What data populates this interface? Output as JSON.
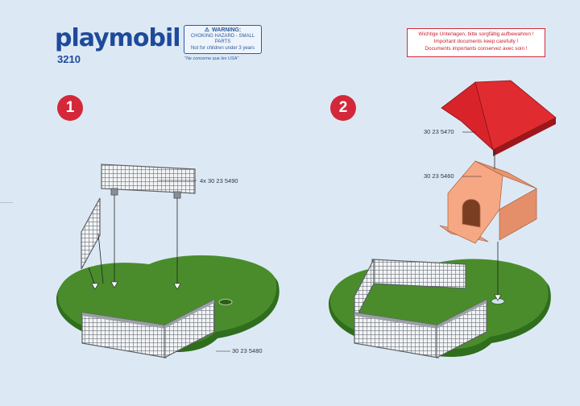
{
  "header": {
    "brand": "playmobil",
    "set_number": "3210"
  },
  "warning": {
    "title": "WARNING:",
    "line1": "CHOKING HAZARD - SMALL PARTS",
    "line2": "Not for children under 3 years",
    "usa_note": "\"Ne concerne que les USA\""
  },
  "documents_note": {
    "line1": "Wichtige Unterlagen, bitte sorgfältig aufbewahren !",
    "line2": "Important documents keep carefully !",
    "line3": "Documents importants conservez avec soin !"
  },
  "steps": [
    {
      "number": "1",
      "labels": {
        "fence_panels": "4x 30 23 5490",
        "base": "30 23 5480"
      }
    },
    {
      "number": "2",
      "labels": {
        "roof": "30 23 5470",
        "doghouse": "30 23 5460"
      }
    }
  ],
  "colors": {
    "brand_blue": "#1e4a9a",
    "accent_red": "#d4283a",
    "grass": "#4a8c2c",
    "grass_edge": "#2f6e1c",
    "fence": "#8a8f94",
    "doghouse": "#f2a27a",
    "roof": "#d8232a"
  }
}
